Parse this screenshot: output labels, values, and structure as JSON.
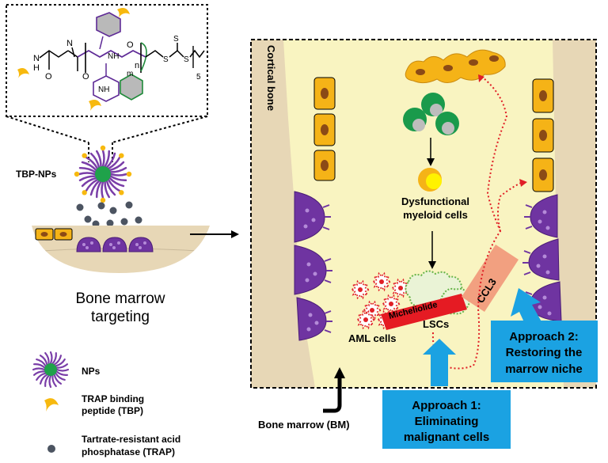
{
  "structure": {
    "nh1": "N",
    "h1": "H",
    "cn": "N",
    "nh2": "NH",
    "nh3": "NH",
    "o1": "O",
    "o2": "O",
    "o3": "O",
    "m": "m",
    "n": "n",
    "s1": "S",
    "s2": "S",
    "s3": "S",
    "sub": "5"
  },
  "left": {
    "tbp_nps": "TBP-NPs",
    "bone_marrow_line1": "Bone marrow",
    "bone_marrow_line2": "targeting"
  },
  "legend": {
    "nps": "NPs",
    "tbp_line1": "TRAP binding",
    "tbp_line2": "peptide (TBP)",
    "trap_line1": "Tartrate-resistant acid",
    "trap_line2": "phosphatase (TRAP)"
  },
  "niche": {
    "cortical_bone": "Cortical bone",
    "dysfunctional_line1": "Dysfunctional",
    "dysfunctional_line2": "myeloid cells",
    "micheliolide": "Micheliolide",
    "ccl3": "CCL3",
    "lscs": "LSCs",
    "aml_cells": "AML cells",
    "bone_marrow_bm": "Bone marrow (BM)"
  },
  "approach1": {
    "line1": "Approach 1:",
    "line2": "Eliminating",
    "line3": "malignant cells"
  },
  "approach2": {
    "line1": "Approach 2:",
    "line2": "Restoring the",
    "line3": "marrow niche"
  },
  "colors": {
    "marrow": "#f9f4c1",
    "bone": "#e7d7b6",
    "osteoblast": "#f5b317",
    "nucleus": "#8b4a16",
    "osteoclast": "#6f34a1",
    "np_core": "#1fa24a",
    "aml": "#e01f26",
    "lsc": "#67b449",
    "approach_box": "#1ba2e2",
    "micheliolide_bar": "#e51b23",
    "ccl3_bar": "#f2a080"
  }
}
